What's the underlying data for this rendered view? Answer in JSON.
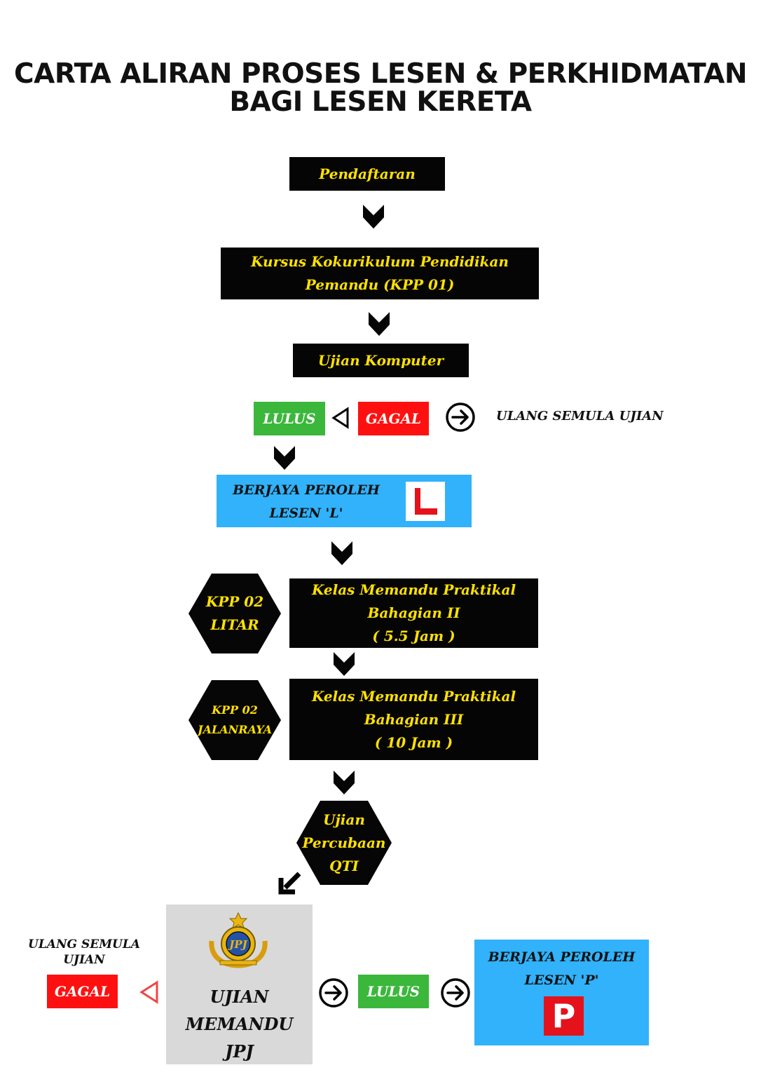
{
  "title": {
    "line1": "CARTA ALIRAN PROSES LESEN & PERKHIDMATAN",
    "line2": "BAGI LESEN KERETA"
  },
  "steps": {
    "pendaftaran": "Pendaftaran",
    "kursus_line1": "Kursus Kokurikulum Pendidikan",
    "kursus_line2": "Pemandu (KPP 01)",
    "ujian_komputer": "Ujian Komputer",
    "lulus1": "LULUS",
    "gagal1": "GAGAL",
    "ulang1": "ULANG SEMULA UJIAN",
    "lesen_l_line1": "BERJAYA PEROLEH",
    "lesen_l_line2": "LESEN 'L'",
    "lesen_l_badge": "L",
    "hex1_line1": "KPP 02",
    "hex1_line2": "LITAR",
    "kelas2_line1": "Kelas Memandu Praktikal",
    "kelas2_line2": "Bahagian II",
    "kelas2_line3": "( 5.5 Jam )",
    "hex2_line1": "KPP 02",
    "hex2_line2": "JALANRAYA",
    "kelas3_line1": "Kelas Memandu Praktikal",
    "kelas3_line2": "Bahagian III",
    "kelas3_line3": "( 10 Jam )",
    "qti_line1": "Ujian",
    "qti_line2": "Percubaan",
    "qti_line3": "QTI",
    "ulang2_line1": "ULANG SEMULA",
    "ulang2_line2": "UJIAN",
    "gagal2": "GAGAL",
    "jpj_line1": "UJIAN",
    "jpj_line2": "MEMANDU",
    "jpj_line3": "JPJ",
    "jpj_emblem_text": "JPJ",
    "lulus2": "LULUS",
    "lesen_p_line1": "BERJAYA PEROLEH",
    "lesen_p_line2": "LESEN 'P'",
    "lesen_p_badge": "P"
  },
  "colors": {
    "black": "#050505",
    "yellow": "#ffe100",
    "green": "#3bb73c",
    "red": "#ff1010",
    "blue": "#31b2fb",
    "grey": "#d9d9d9"
  }
}
